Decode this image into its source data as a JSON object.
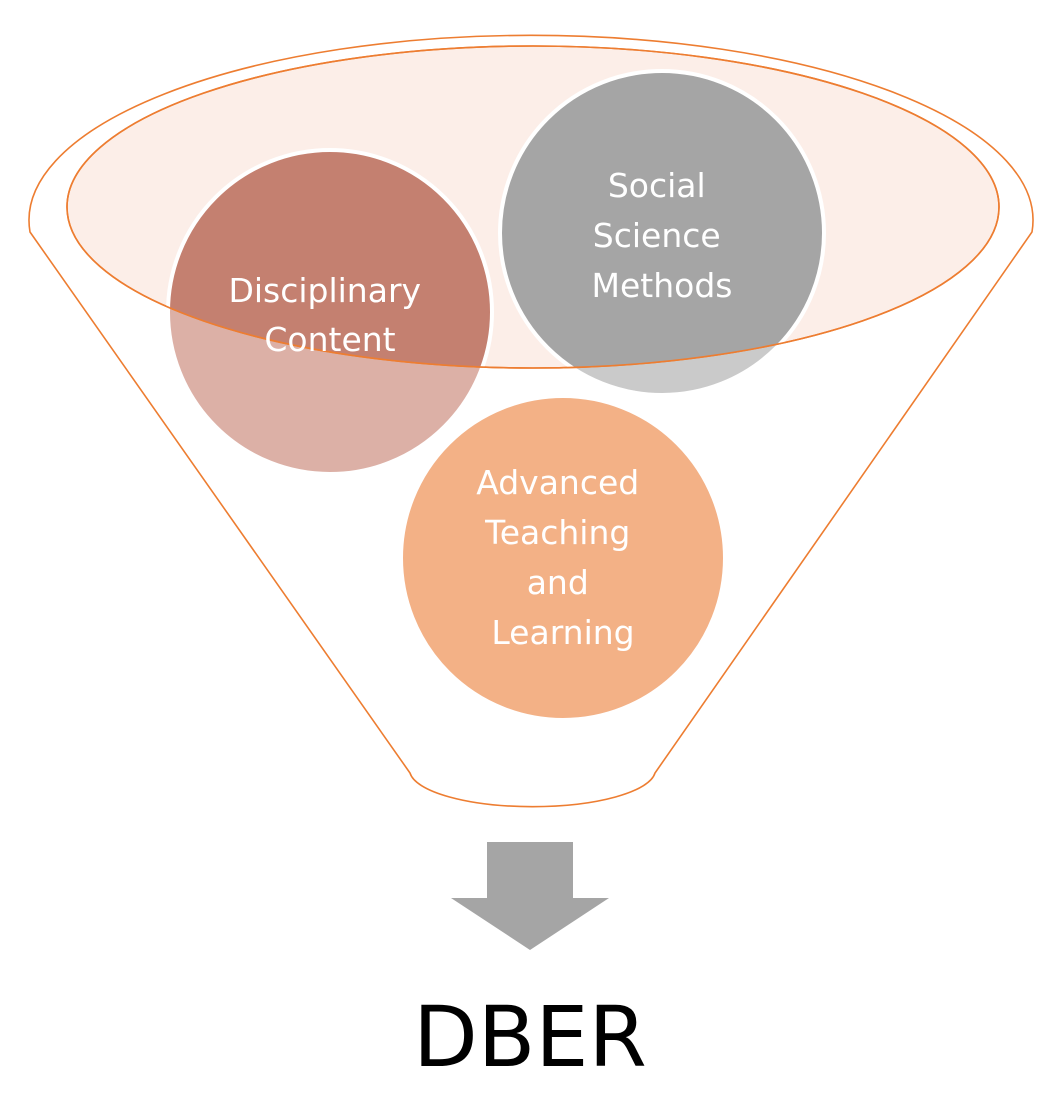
{
  "diagram": {
    "inputs": [
      {
        "id": "disciplinary",
        "lines": [
          "Disciplinary",
          "Content"
        ],
        "color": "#c48070"
      },
      {
        "id": "social",
        "lines": [
          "Social",
          "Science",
          "Methods"
        ],
        "color": "#a5a5a5"
      },
      {
        "id": "teaching",
        "lines": [
          "Advanced",
          "Teaching",
          "and",
          "Learning"
        ],
        "color": "#f3b186"
      }
    ],
    "result": "DBER",
    "colors": {
      "funnel_stroke": "#ed7d31",
      "funnel_rim_fill": "#fbe9e1",
      "arrow": "#a5a5a5"
    }
  }
}
